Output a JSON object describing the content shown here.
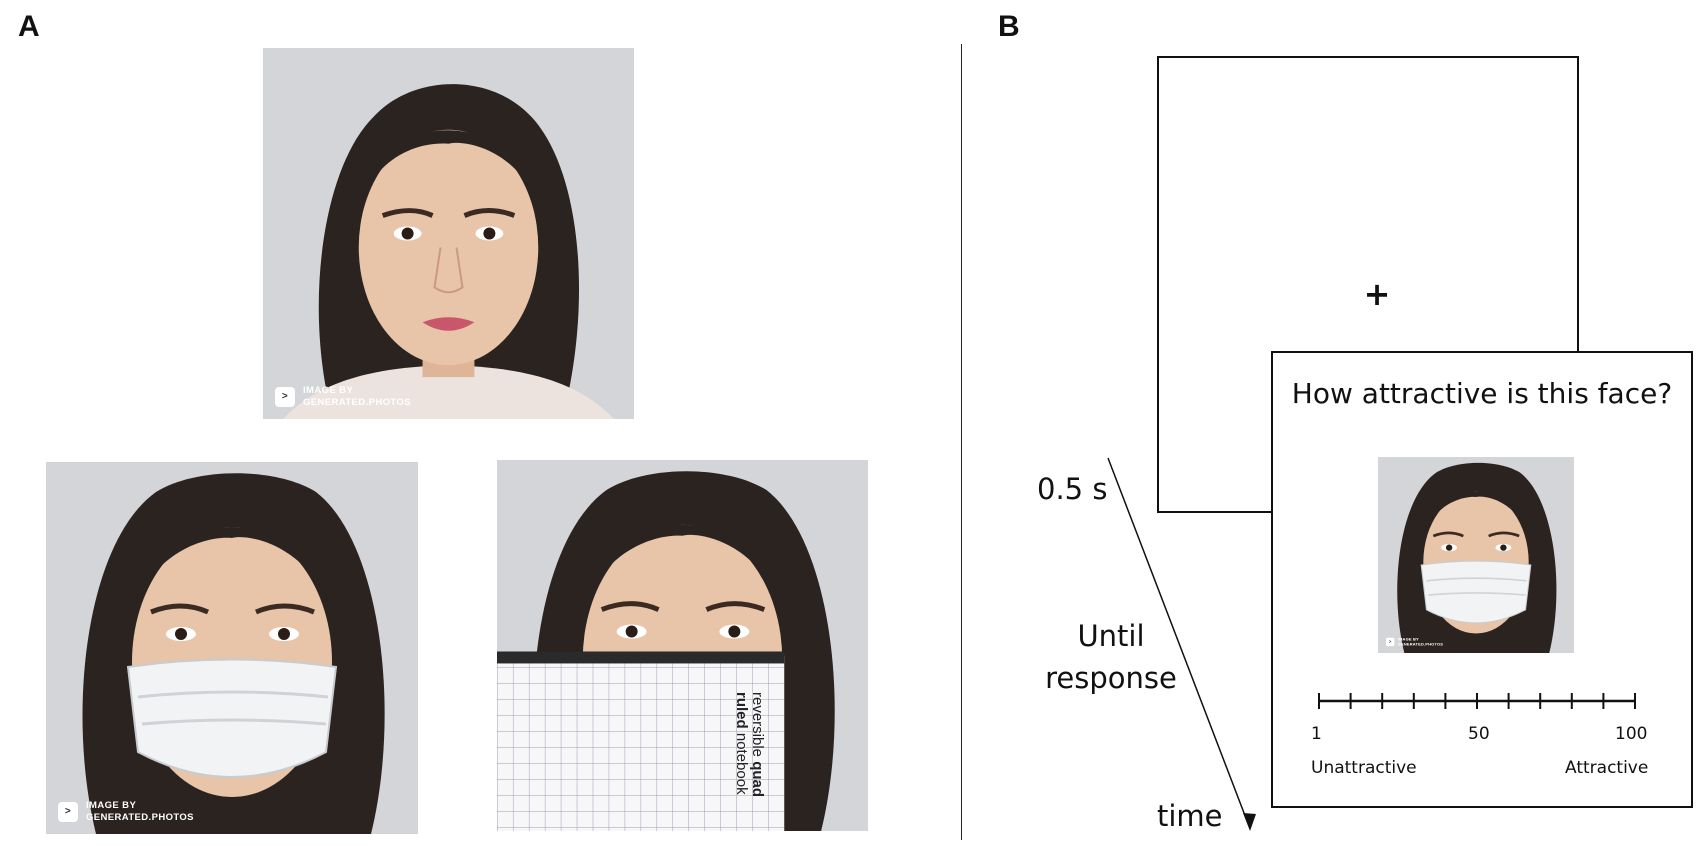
{
  "panels": {
    "a_label": "A",
    "b_label": "B"
  },
  "photo_credit": {
    "line1": "IMAGE BY",
    "line2": "GENERATED.PHOTOS",
    "badge": ">"
  },
  "notebook": {
    "line1": "reversible",
    "line2": "quad ruled",
    "line3": "notebook"
  },
  "trial": {
    "fixation": "+",
    "question": "How attractive is this face?",
    "scale": {
      "min_label": "1",
      "mid_label": "50",
      "max_label": "100",
      "low_anchor": "Unattractive",
      "high_anchor": "Attractive",
      "tick_count": 11
    },
    "timeline": {
      "fixation_duration": "0.5 s",
      "rating_duration_line1": "Until",
      "rating_duration_line2": "response",
      "axis_label": "time"
    }
  },
  "colors": {
    "photo_background": "#d3d5d8",
    "skin": "#e8c4a8",
    "hair": "#2b2320",
    "mask": "#f2f3f4",
    "notebook_paper": "#f7f7f8",
    "grid": "#9aa0b5",
    "line": "#111111"
  }
}
